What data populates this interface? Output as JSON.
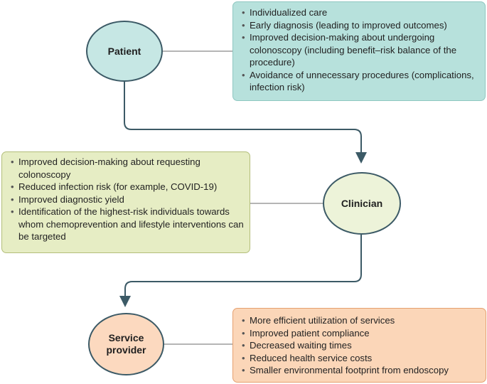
{
  "nodes": {
    "patient": "Patient",
    "clinician": "Clinician",
    "service_provider_line1": "Service",
    "service_provider_line2": "provider"
  },
  "patient_benefits": [
    "Individualized care",
    "Early diagnosis (leading to improved outcomes)",
    "Improved decision-making about undergoing colonoscopy (including benefit–risk balance of the procedure)",
    "Avoidance of unnecessary procedures (complications, infection risk)"
  ],
  "clinician_benefits": [
    "Improved decision-making about requesting colonoscopy",
    "Reduced infection risk (for example, COVID-19)",
    "Improved diagnostic yield",
    "Identification of the highest-risk individuals towards whom chemoprevention and lifestyle interventions can be targeted"
  ],
  "service_provider_benefits": [
    "More efficient utilization of services",
    "Improved patient compliance",
    "Decreased waiting times",
    "Reduced health service costs",
    "Smaller environmental footprint from endoscopy"
  ],
  "colors": {
    "patient_fill": "#b7e1dc",
    "clinician_fill": "#e6edc4",
    "service_fill": "#fbd6b8",
    "connector": "#3c5a66"
  }
}
